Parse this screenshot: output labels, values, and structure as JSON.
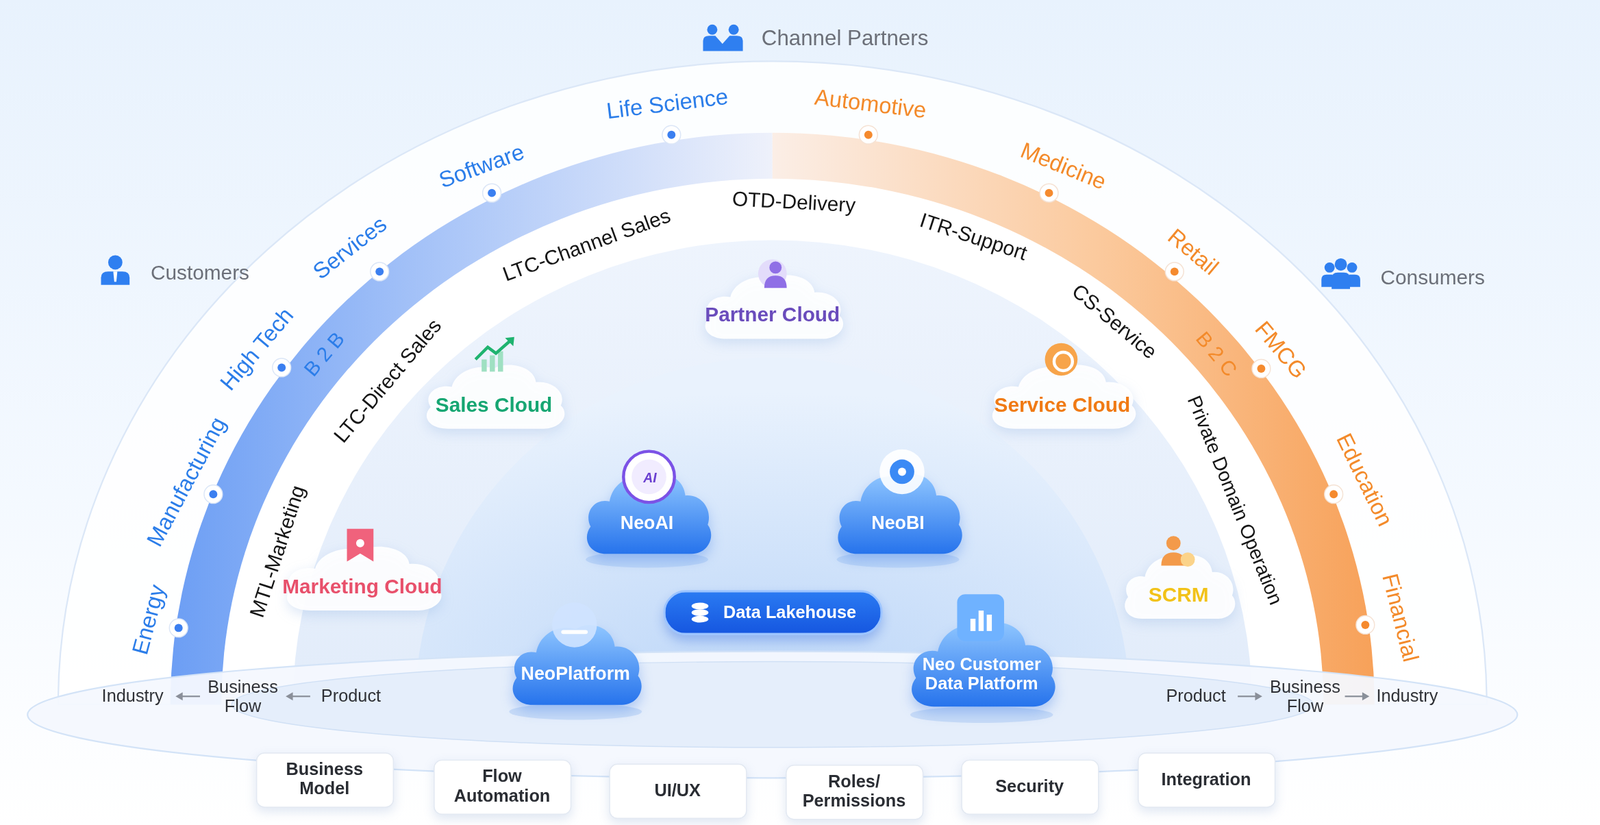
{
  "diagram": {
    "nodes": [
      {
        "text": [
          "Partner Cloud"
        ]
      },
      {
        "text": [
          "Sales Cloud"
        ]
      },
      {
        "text": [
          "Service Cloud"
        ]
      },
      {
        "text": [
          "NeoAI"
        ]
      },
      {
        "text": [
          "NeoBI"
        ]
      },
      {
        "text": [
          "Marketing Cloud"
        ]
      },
      {
        "text": [
          "SCRM"
        ]
      },
      {
        "text": [
          "Data Lakehouse"
        ]
      },
      {
        "text": [
          "NeoPlatform"
        ]
      },
      {
        "text": [
          "Neo Customer Data Platform"
        ]
      },
      {
        "text": [
          "Business Model"
        ]
      },
      {
        "text": [
          "Flow Automation"
        ]
      },
      {
        "text": [
          "UI/UX"
        ]
      },
      {
        "text": [
          "Roles/ Permissions"
        ]
      },
      {
        "text": [
          "Security"
        ]
      },
      {
        "text": [
          "Integration"
        ]
      }
    ],
    "labels": [
      "Channel Partners",
      "Customers",
      "Consumers",
      "Energy",
      "Manufacturing",
      "High Tech",
      "Services",
      "Software",
      "Life Science",
      "Automotive",
      "Medicine",
      "Retail",
      "FMCG",
      "Education",
      "Financial",
      "B 2 B",
      "B 2 C",
      "MTL-Marketing",
      "LTC-Direct Sales",
      "LTC-Channel Sales",
      "OTD-Delivery",
      "ITR-Support",
      "CS-Service",
      "Private Domain Operation",
      "AI",
      "Industry",
      "Business Flow",
      "Product",
      "Product",
      "Business Flow",
      "Industry"
    ]
  }
}
